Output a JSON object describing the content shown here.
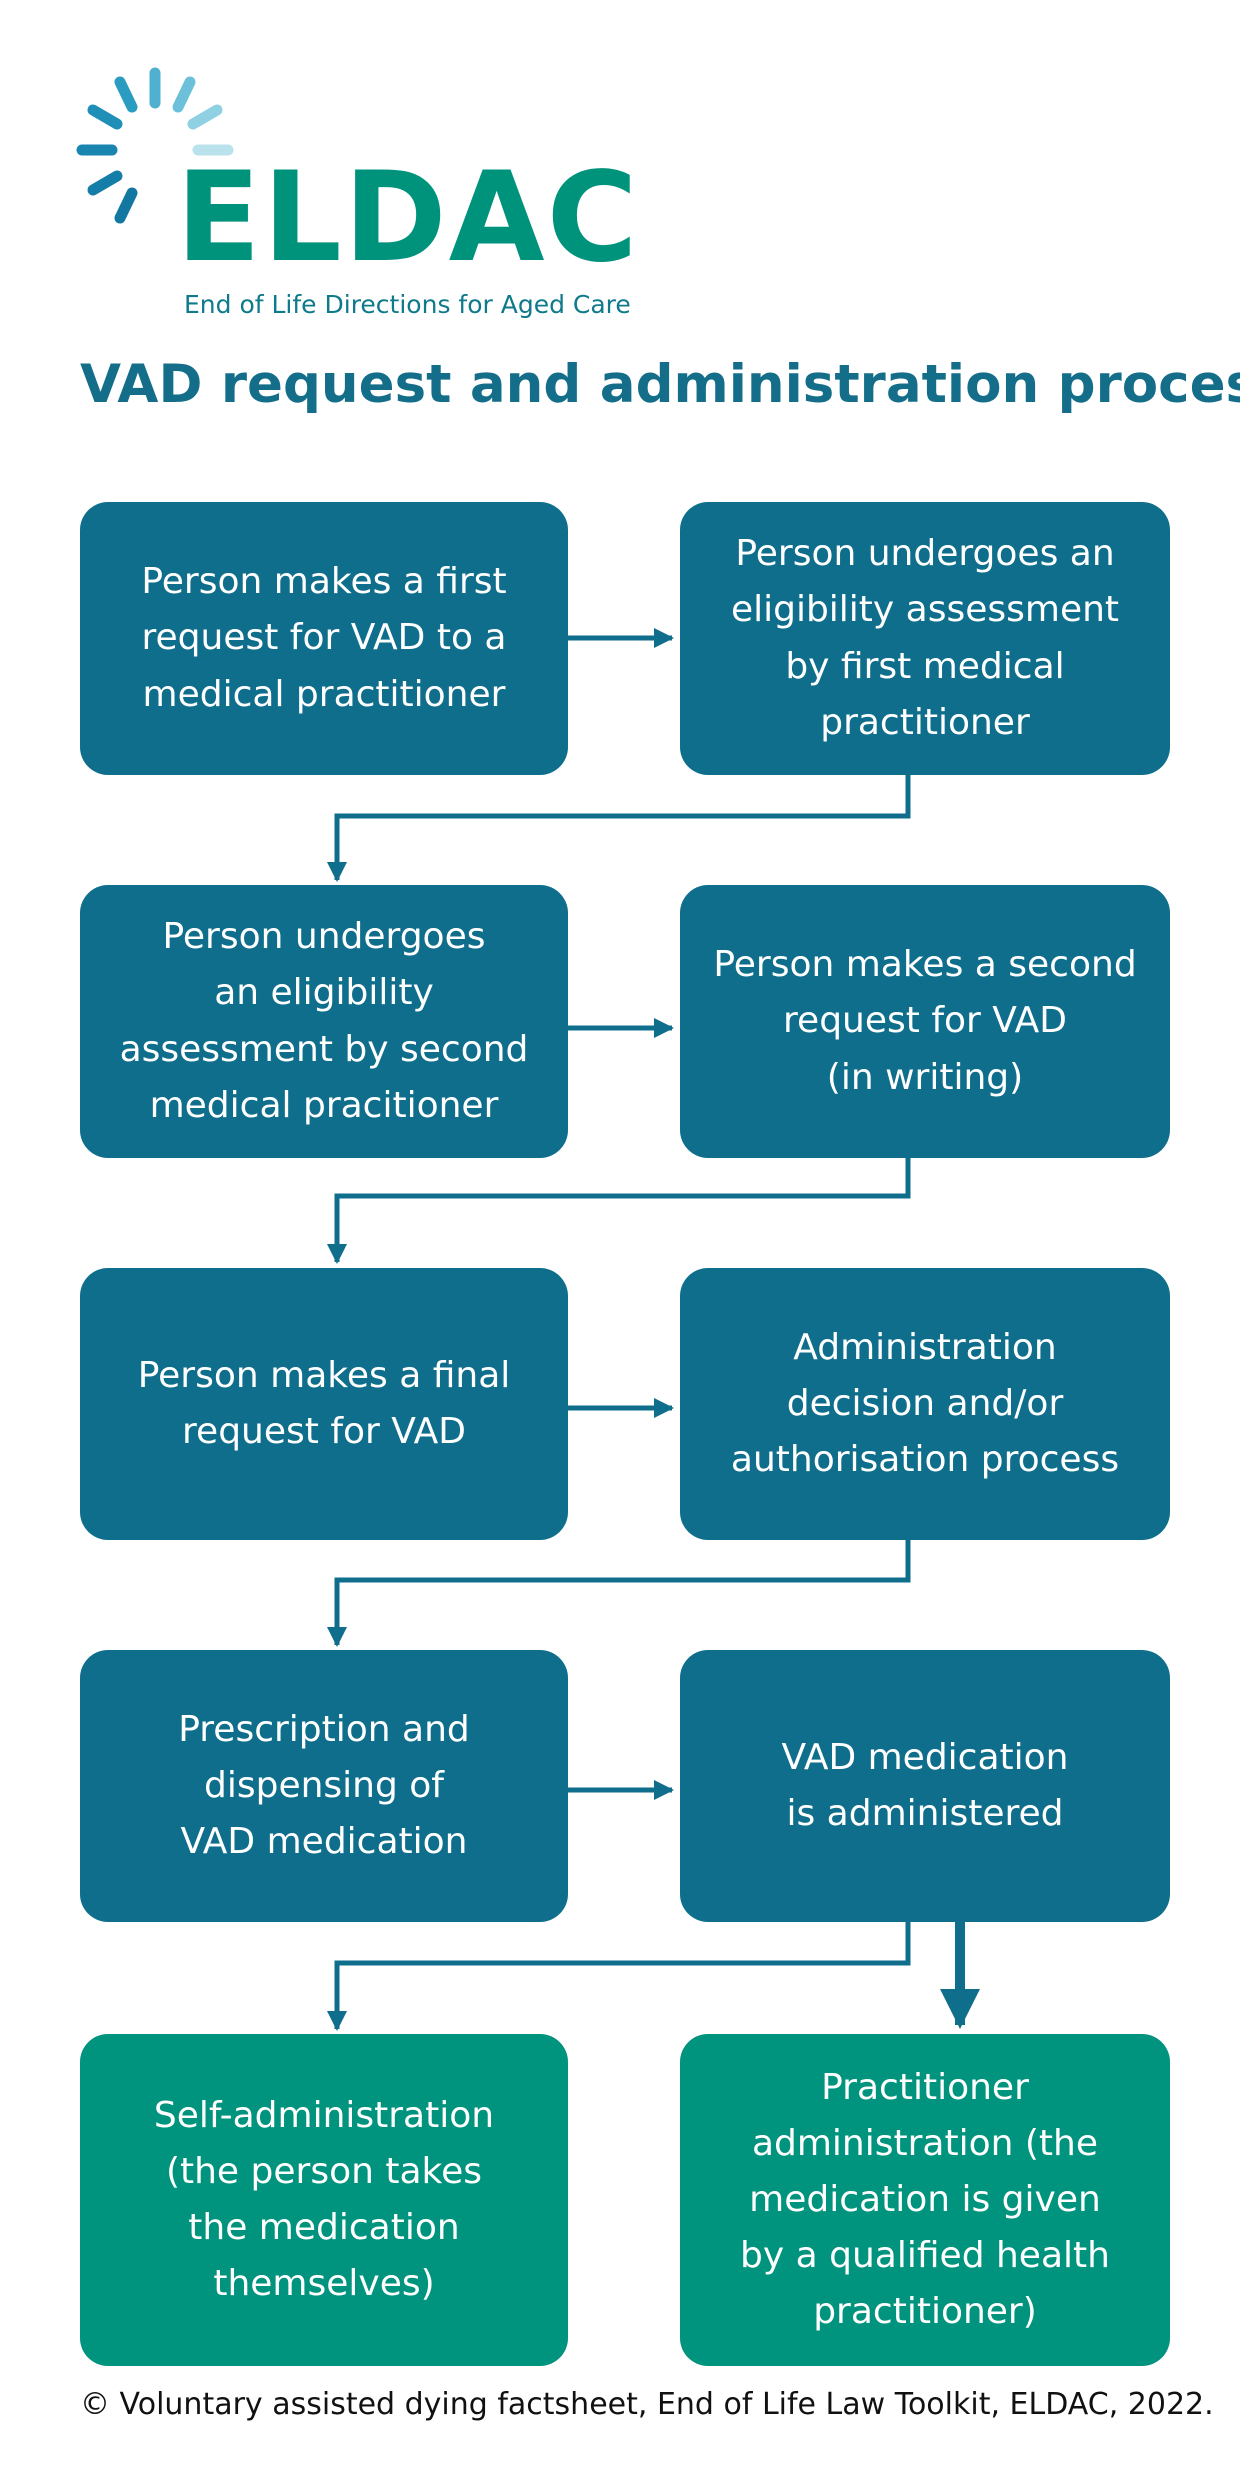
{
  "brand": {
    "name": "ELDAC",
    "tagline": "End of Life Directions for Aged Care",
    "colors": {
      "primary": "#0f6e8c",
      "accent": "#00937d",
      "ray_light": "#a8d9e6",
      "ray_dark": "#2a9cc0"
    }
  },
  "title": "VAD request and administration process",
  "steps": [
    {
      "id": "first-request",
      "text": "Person makes a first\nrequest for VAD to a\nmedical practitioner"
    },
    {
      "id": "first-assessment",
      "text": "Person undergoes an\neligibility assessment\nby first medical\npractitioner"
    },
    {
      "id": "second-assessment",
      "text": "Person undergoes\nan eligibility\nassessment by second\nmedical pracitioner"
    },
    {
      "id": "second-request",
      "text": "Person makes a second\nrequest for VAD\n(in writing)"
    },
    {
      "id": "final-request",
      "text": "Person makes a final\nrequest for VAD"
    },
    {
      "id": "administration-decision",
      "text": "Administration\ndecision and/or\nauthorisation process"
    },
    {
      "id": "prescription",
      "text": "Prescription and\ndispensing of\nVAD medication"
    },
    {
      "id": "medication-administered",
      "text": "VAD medication\nis administered"
    }
  ],
  "outcomes": [
    {
      "id": "self-administration",
      "text": "Self-administration\n(the person takes\nthe medication\nthemselves)"
    },
    {
      "id": "practitioner-administration",
      "text": "Practitioner\nadministration (the\nmedication is given\nby a qualified health\npractitioner)"
    }
  ],
  "footer": "© Voluntary assisted dying factsheet, End of Life Law Toolkit, ELDAC, 2022."
}
